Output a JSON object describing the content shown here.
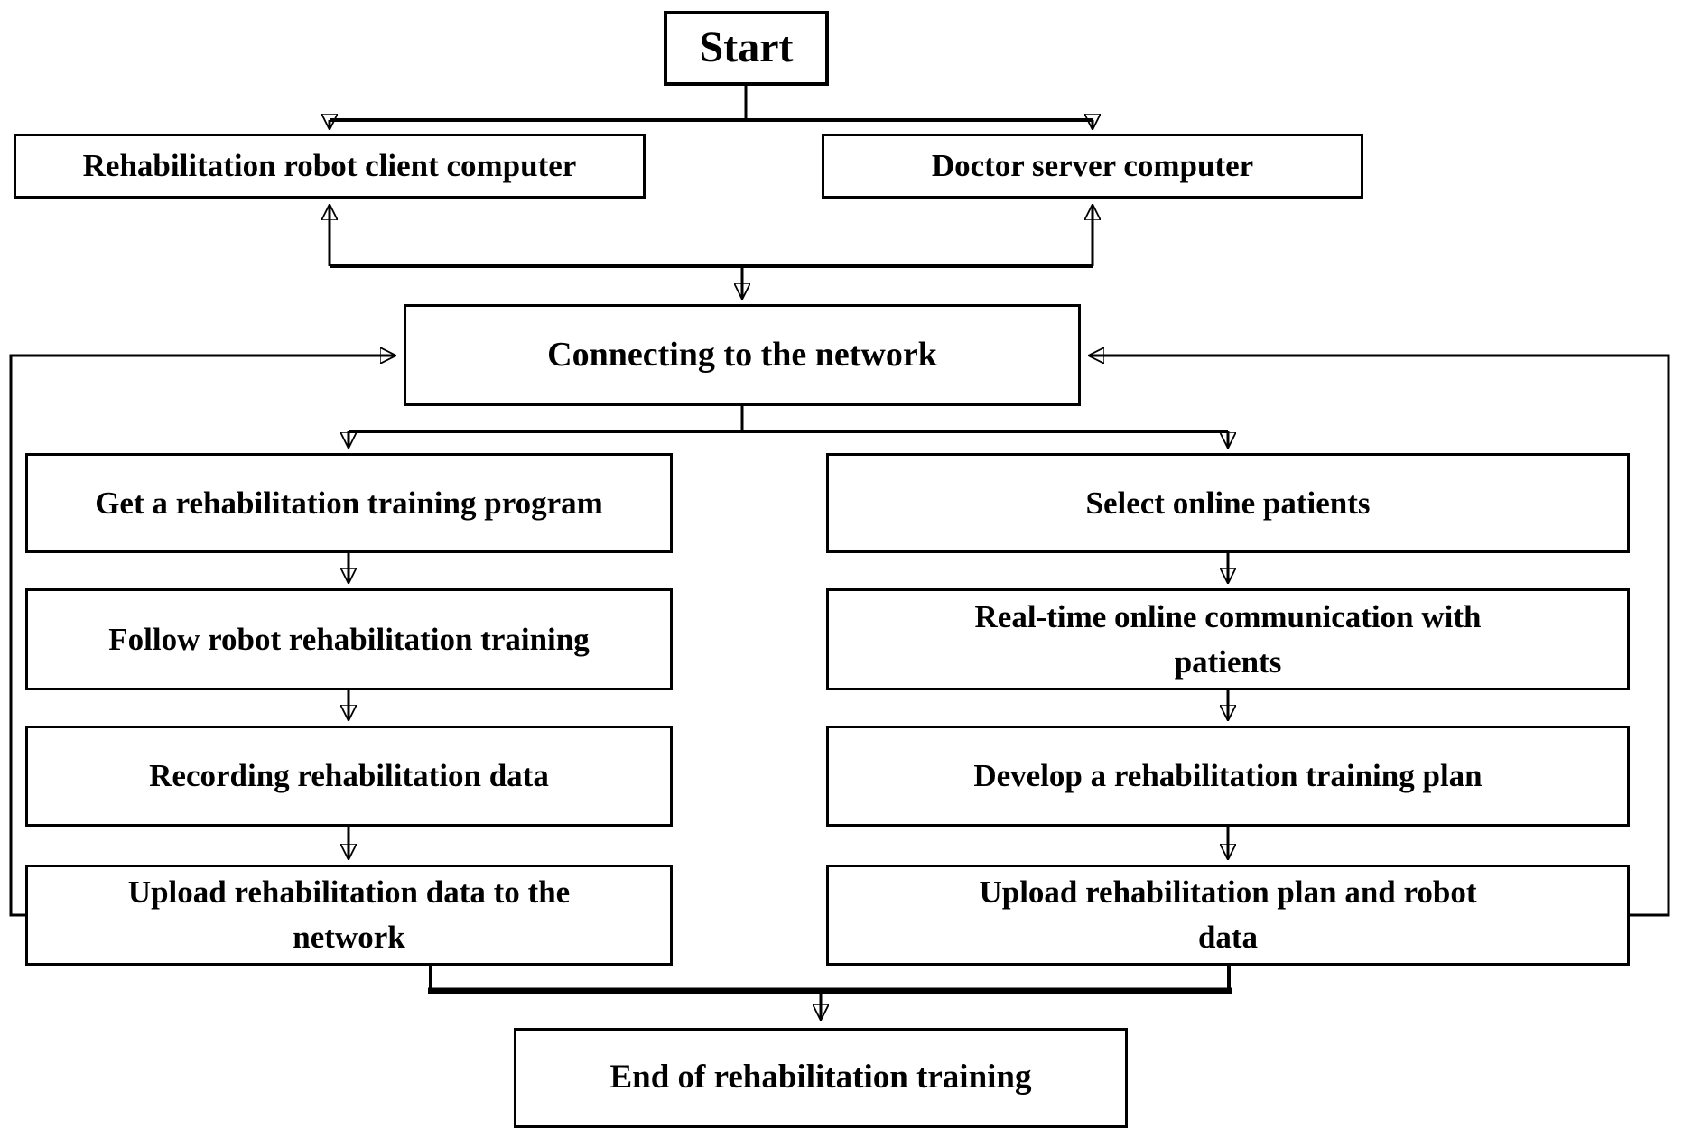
{
  "diagram": {
    "type": "flowchart",
    "background": "#ffffff",
    "line_color": "#000000",
    "text_color": "#000000",
    "nodes": {
      "start": "Start",
      "client": "Rehabilitation robot client computer",
      "doctor": "Doctor server computer",
      "connect": "Connecting to the network",
      "get_program": "Get a rehabilitation training program",
      "follow_training": "Follow robot rehabilitation training",
      "record_data": "Recording rehabilitation data",
      "upload_data": [
        "Upload rehabilitation data to the",
        "network"
      ],
      "select_patients": "Select online patients",
      "realtime_comm": [
        "Real-time online communication with",
        "patients"
      ],
      "develop_plan": "Develop a rehabilitation training plan",
      "upload_plan": [
        "Upload rehabilitation plan and robot",
        "data"
      ],
      "end": "End of rehabilitation training"
    },
    "edges": [
      {
        "from": "start",
        "to": "client"
      },
      {
        "from": "start",
        "to": "doctor"
      },
      {
        "from": "client",
        "to": "connect",
        "bidirectional": true
      },
      {
        "from": "doctor",
        "to": "connect",
        "bidirectional": true
      },
      {
        "from": "connect",
        "to": "get_program"
      },
      {
        "from": "connect",
        "to": "select_patients"
      },
      {
        "from": "get_program",
        "to": "follow_training"
      },
      {
        "from": "follow_training",
        "to": "record_data"
      },
      {
        "from": "record_data",
        "to": "upload_data"
      },
      {
        "from": "select_patients",
        "to": "realtime_comm"
      },
      {
        "from": "realtime_comm",
        "to": "develop_plan"
      },
      {
        "from": "develop_plan",
        "to": "upload_plan"
      },
      {
        "from": "upload_data",
        "to": "connect",
        "type": "feedback-left"
      },
      {
        "from": "upload_plan",
        "to": "connect",
        "type": "feedback-right"
      },
      {
        "from": "upload_data",
        "to": "end"
      },
      {
        "from": "upload_plan",
        "to": "end"
      }
    ]
  }
}
